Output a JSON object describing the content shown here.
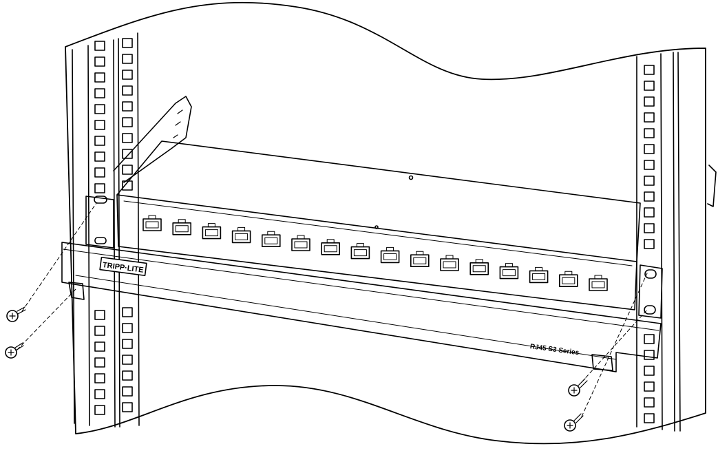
{
  "brand": {
    "logo_text": "TRIPP·LITE"
  },
  "device": {
    "series_label": "RJ45 S3 Series",
    "port_count": 16
  },
  "colors": {
    "line": "#000000",
    "fill": "#ffffff"
  }
}
